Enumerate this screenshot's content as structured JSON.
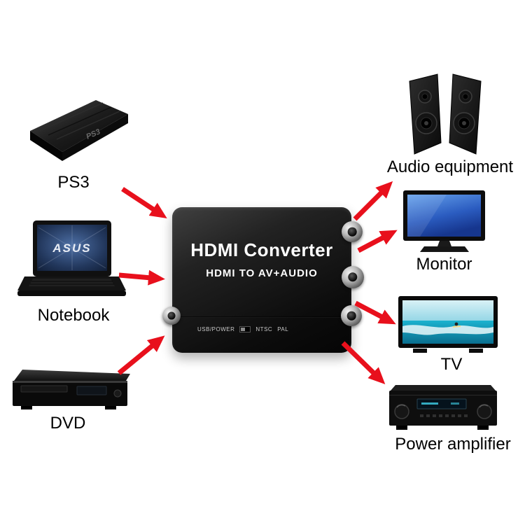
{
  "colors": {
    "background": "#ffffff",
    "arrow": "#e8101c",
    "converter_text": "#ffffff",
    "label_text": "#000000"
  },
  "converter": {
    "title": "HDMI Converter",
    "subtitle": "HDMI TO AV+AUDIO",
    "ports": {
      "power": "USB/POWER",
      "ntsc": "NTSC",
      "pal": "PAL"
    },
    "jacks": [
      "rca-jack-top",
      "rca-jack-middle",
      "rca-jack-bottom",
      "rca-jack-left-side"
    ]
  },
  "sources": [
    {
      "label": "PS3",
      "icon": "ps3-console-icon",
      "device_text": "PS3"
    },
    {
      "label": "Notebook",
      "icon": "notebook-icon",
      "screen_text": "ASUS"
    },
    {
      "label": "DVD",
      "icon": "dvd-player-icon"
    }
  ],
  "outputs": [
    {
      "label": "Audio equipment",
      "icon": "speakers-icon"
    },
    {
      "label": "Monitor",
      "icon": "monitor-icon"
    },
    {
      "label": "TV",
      "icon": "tv-icon"
    },
    {
      "label": "Power amplifier",
      "icon": "amplifier-icon"
    }
  ],
  "arrows": [
    {
      "from": "PS3",
      "to": "converter"
    },
    {
      "from": "Notebook",
      "to": "converter"
    },
    {
      "from": "DVD",
      "to": "converter"
    },
    {
      "from": "converter",
      "to": "Audio equipment"
    },
    {
      "from": "converter",
      "to": "Monitor"
    },
    {
      "from": "converter",
      "to": "TV"
    },
    {
      "from": "converter",
      "to": "Power amplifier"
    }
  ]
}
